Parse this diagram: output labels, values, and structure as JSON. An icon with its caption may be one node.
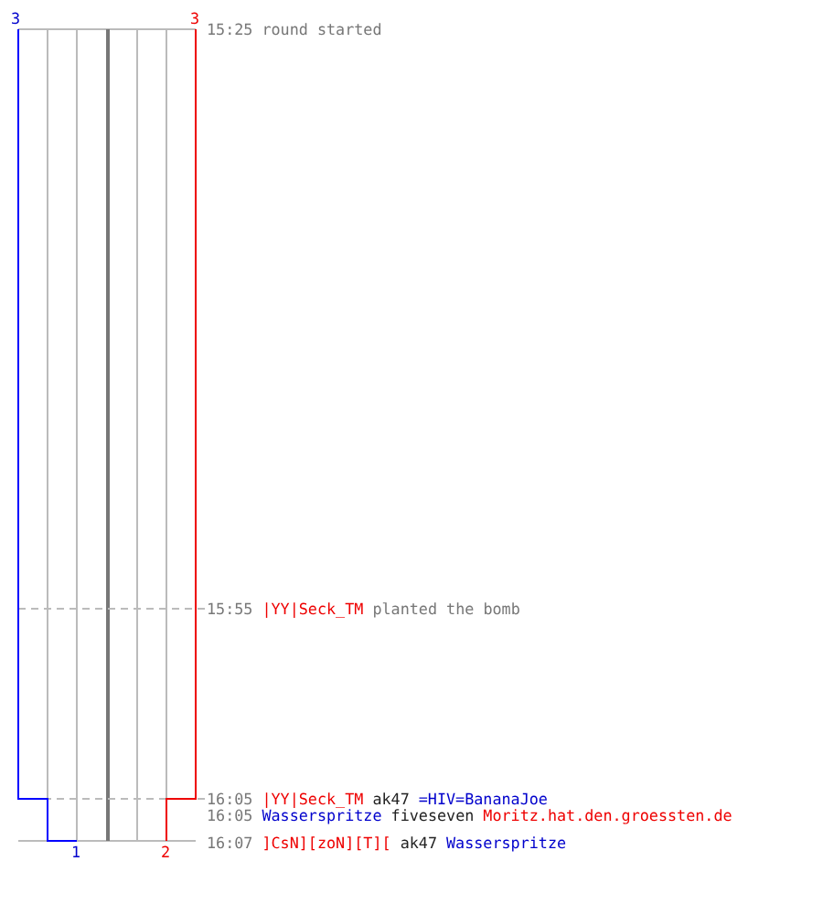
{
  "diagram": {
    "labels": [
      "3",
      "3",
      "15:25",
      "round started",
      "15:55",
      "|YY|Seck_TM",
      "planted the bomb",
      "16:05",
      "|YY|Seck_TM",
      "ak47",
      "=HIV=BananaJoe",
      "16:05",
      "Wasserspritze",
      "fiveseven",
      "Moritz.hat.den.groessten.de",
      "16:07",
      "]CsN][zoN][T][",
      "ak47",
      "Wasserspritze",
      "1",
      "2"
    ]
  }
}
